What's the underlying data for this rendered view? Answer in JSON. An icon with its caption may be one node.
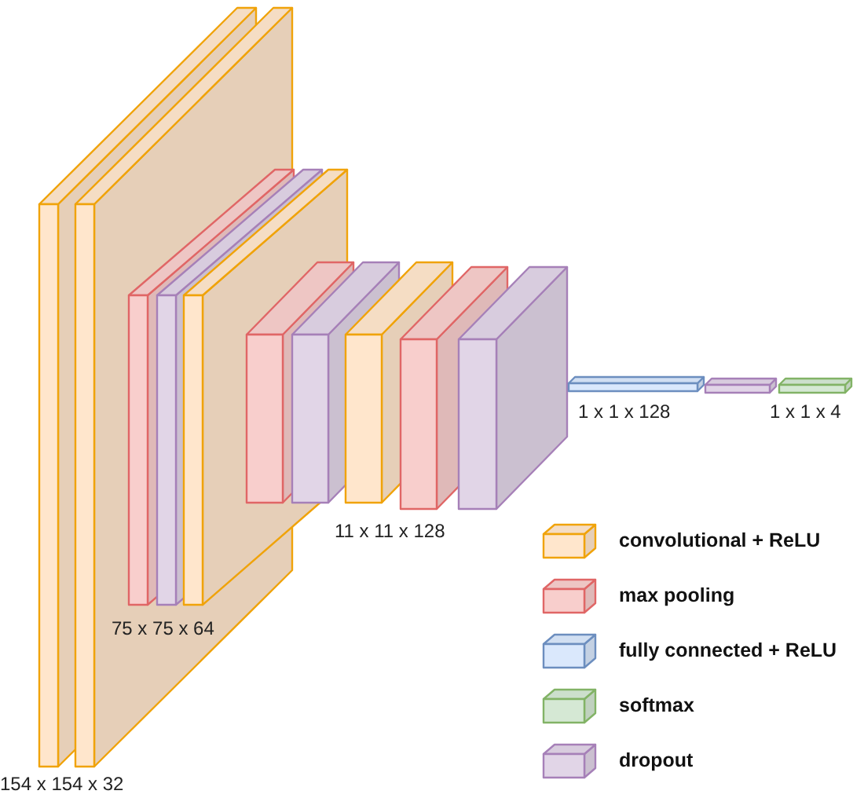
{
  "diagram": {
    "labels": [
      "154 x 154 x 32",
      "75 x 75 x 64",
      "11 x 11 x 128",
      "1 x 1 x 128",
      "1 x 1 x 4"
    ],
    "legend": [
      {
        "text": "convolutional + ReLU",
        "color": "#ffe6cc"
      },
      {
        "text": "max pooling",
        "color": "#f8cecc"
      },
      {
        "text": "fully connected + ReLU",
        "color": "#dae8fc"
      },
      {
        "text": "softmax",
        "color": "#d5e8d4"
      },
      {
        "text": "dropout",
        "color": "#e1d5e7"
      }
    ]
  }
}
